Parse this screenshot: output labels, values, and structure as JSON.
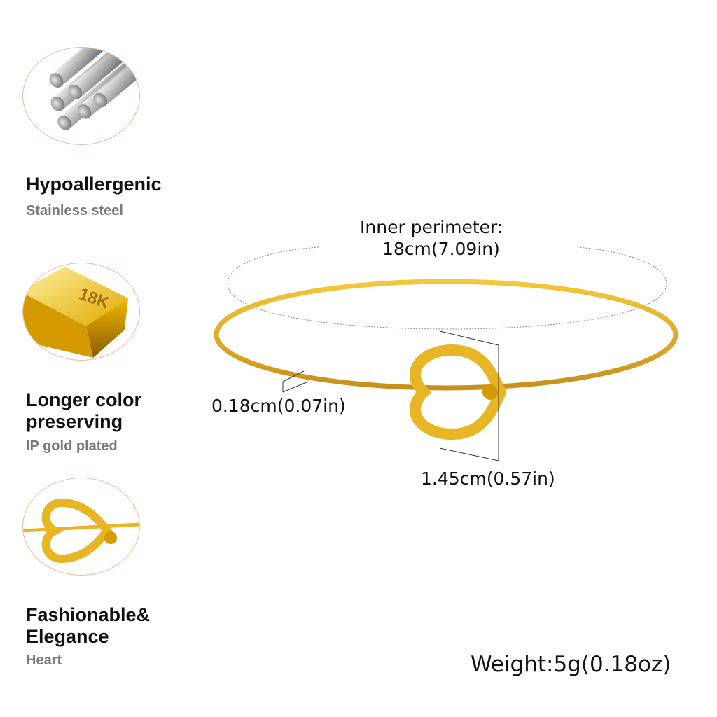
{
  "features": [
    {
      "icon": "steel-rods-icon",
      "title": "Hypoallergenic",
      "subtitle": "Stainless steel"
    },
    {
      "icon": "gold-bar-icon",
      "icon_text": "18K",
      "title": "Longer color preserving",
      "subtitle": "IP gold plated"
    },
    {
      "icon": "heart-clasp-icon",
      "title": "Fashionable& Elegance",
      "subtitle": "Heart"
    }
  ],
  "product": {
    "inner_perimeter_label": "Inner perimeter:",
    "inner_perimeter_value": "18cm(7.09in)",
    "wire_thickness": "0.18cm(0.07in)",
    "heart_height": "1.45cm(0.57in)",
    "weight": "Weight:5g(0.18oz)"
  },
  "colors": {
    "gold": "#e8b524",
    "gold_dark": "#c8901a",
    "circle_border": "#f0b8a0",
    "subtitle_gray": "#7a7a7a"
  }
}
